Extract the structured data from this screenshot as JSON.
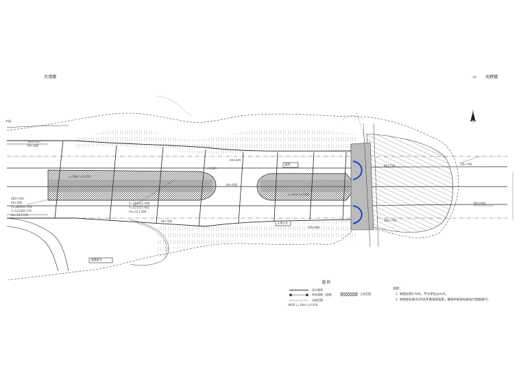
{
  "drawing": {
    "left_destination": "大湾镇",
    "right_destination": "光辉镇",
    "right_arrow": "->",
    "north_symbol": "north-arrow"
  },
  "annotations": {
    "left_labels": [
      "ZK0+500",
      "K0+460",
      "ZK0+520",
      "K0+480",
      "X=384695.598",
      "Y=521383.276",
      "Hx=311.150"
    ],
    "center_labels": [
      "K0+560",
      "K0+600",
      "K0+640",
      "K0+680",
      "X=384931.498",
      "Y=521517.902",
      "Hx=311.366"
    ],
    "right_labels": [
      "K0+720",
      "K0+760",
      "ZK0+760",
      "YK0+800"
    ],
    "station_text": "L=28m  I=0.030",
    "station_text_right": "L=26m  I=0.030",
    "slope_text": "i=0.020",
    "side_road_label": "乡道",
    "box_label_1": "路基桩号",
    "box_label_2": "涵洞",
    "box_label_3": "互通立交"
  },
  "legend": {
    "title": "图  例",
    "items": [
      "设计路线",
      "原有道路（改建）",
      "工程范围",
      "边坡范围"
    ],
    "footnote": "d600  L=28m  I=0.030"
  },
  "notes": {
    "heading": "说明：",
    "lines": [
      "1. 本图比例1:500，尺寸单位以m计。",
      "2. 本图坐标系为1956年黄海高程系，路线中桩坐标按设计图纸执行。"
    ]
  },
  "colors": {
    "line": "#222222",
    "hatch": "#3a3a3a",
    "culvert_blue": "#1f3fbf",
    "shade": "#9a9a9a"
  }
}
